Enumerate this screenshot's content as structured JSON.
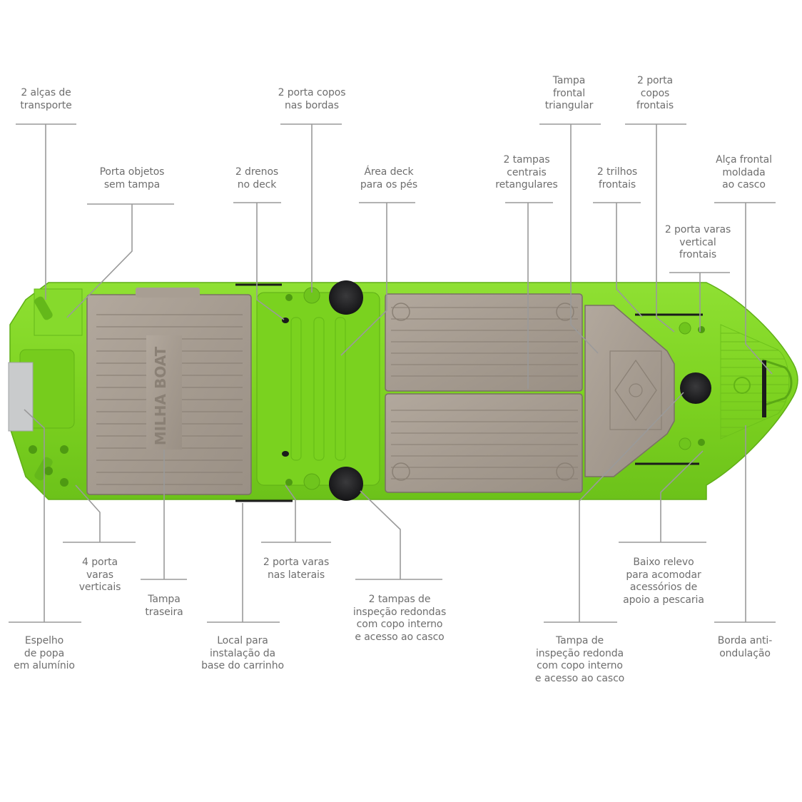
{
  "diagram": {
    "subject": "Milha Boat",
    "logo_text": "MILHA BOAT",
    "colors": {
      "hull_green": "#7ed321",
      "hull_green_dark": "#5fb81a",
      "hull_green_light": "#9be64a",
      "lid_taupe": "#a79d92",
      "lid_taupe_dark": "#8d8378",
      "hatch_black": "#1c1c1e",
      "leader_line": "#9a9a9a",
      "label_text": "#6e6e6e",
      "aluminum": "#c9cbcc"
    }
  },
  "callouts": {
    "top": [
      {
        "id": "alcas-transporte",
        "text": "2 alças de\ntransporte"
      },
      {
        "id": "porta-objetos",
        "text": "Porta objetos\nsem tampa"
      },
      {
        "id": "drenos-deck",
        "text": "2 drenos\nno deck"
      },
      {
        "id": "porta-copos-bordas",
        "text": "2 porta copos\nnas bordas"
      },
      {
        "id": "area-deck-pes",
        "text": "Área deck\npara os pés"
      },
      {
        "id": "tampas-centrais",
        "text": "2 tampas\ncentrais\nretangulares"
      },
      {
        "id": "tampa-frontal",
        "text": "Tampa\nfrontal\ntriangular"
      },
      {
        "id": "trilhos-frontais",
        "text": "2 trilhos\nfrontais"
      },
      {
        "id": "porta-copos-frontais",
        "text": "2 porta\ncopos\nfrontais"
      },
      {
        "id": "porta-varas-vertical-frontais",
        "text": "2 porta varas\nvertical\nfrontais"
      },
      {
        "id": "alca-frontal",
        "text": "Alça frontal\nmoldada\nao casco"
      }
    ],
    "bottom": [
      {
        "id": "porta-varas-verticais",
        "text": "4 porta\nvaras\nverticais"
      },
      {
        "id": "espelho-popa",
        "text": "Espelho\nde popa\nem alumínio"
      },
      {
        "id": "tampa-traseira",
        "text": "Tampa\ntraseira"
      },
      {
        "id": "local-carrinho",
        "text": "Local para\ninstalação da\nbase do carrinho"
      },
      {
        "id": "porta-varas-laterais",
        "text": "2 porta varas\nnas laterais"
      },
      {
        "id": "tampas-inspecao",
        "text": "2 tampas de\ninspeção redondas\ncom copo interno\ne acesso ao casco"
      },
      {
        "id": "tampa-inspecao-redonda",
        "text": "Tampa de\ninspeção redonda\ncom copo interno\ne acesso ao casco"
      },
      {
        "id": "baixo-relevo",
        "text": "Baixo relevo\npara acomodar\nacessórios de\napoio a pescaria"
      },
      {
        "id": "borda-anti-ondulacao",
        "text": "Borda anti-\nondulação"
      }
    ]
  }
}
